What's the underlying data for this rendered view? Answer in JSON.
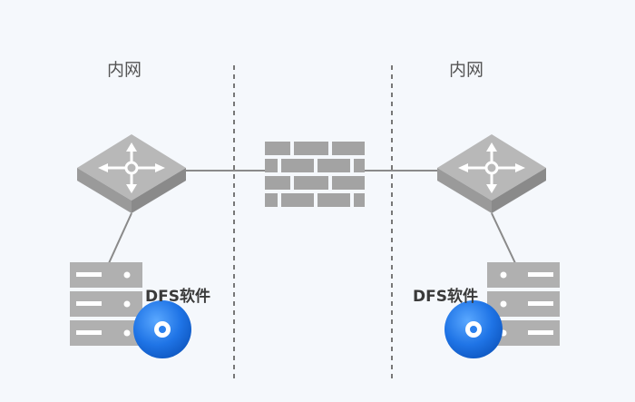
{
  "left_zone": {
    "label": "内网"
  },
  "right_zone": {
    "label": "内网"
  },
  "left_software": {
    "label": "DFS软件"
  },
  "right_software": {
    "label": "DFS软件"
  },
  "colors": {
    "background": "#f5f8fc",
    "device_top": "#b6b6b6",
    "device_side": "#8f8f8f",
    "arrow": "#ffffff",
    "link": "#8a8a8a",
    "divider": "#777777",
    "disc_blue": "#1b6fe0"
  }
}
